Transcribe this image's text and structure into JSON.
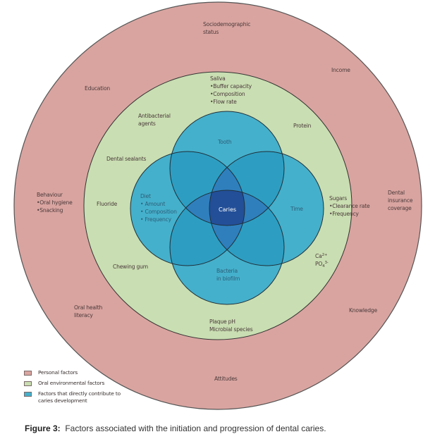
{
  "colors": {
    "personal": "#d9a4a0",
    "oral_environmental": "#c9deb2",
    "direct": "#45b0cb",
    "overlap2": "#2d9ec2",
    "overlap3": "#2f7fbd",
    "center": "#234f98",
    "stroke": "#2a2a2a"
  },
  "outer_ring": {
    "labels": {
      "sociodemographic": [
        "Sociodemographic",
        "status"
      ],
      "income": [
        "Income"
      ],
      "education": [
        "Education"
      ],
      "behaviour": [
        "Behaviour",
        "•Oral hygiene",
        "•Snacking"
      ],
      "dental_insurance": [
        "Dental",
        "insurance",
        "coverage"
      ],
      "oral_health_literacy": [
        "Oral health",
        "literacy"
      ],
      "knowledge": [
        "Knowledge"
      ],
      "attitudes": [
        "Attitudes"
      ]
    }
  },
  "middle_ring": {
    "labels": {
      "saliva": [
        "Saliva",
        "•Buffer capacity",
        "•Composition",
        "•Flow rate"
      ],
      "antibacterial": [
        "Antibacterial",
        "agents"
      ],
      "protein": [
        "Protein"
      ],
      "dental_sealants": [
        "Dental sealants"
      ],
      "fluoride": [
        "Fluoride"
      ],
      "sugars": [
        "Sugars",
        "•Clearance rate",
        "•Frequency"
      ],
      "ions": [
        "Ca",
        "2+",
        "PO",
        "4",
        "3-"
      ],
      "chewing_gum": [
        "Chewing gum"
      ],
      "plaque": [
        "Plaque pH",
        "Microbial species"
      ]
    }
  },
  "venn": {
    "tooth": [
      "Tooth"
    ],
    "diet": [
      "Diet",
      "• Amount",
      "• Composition",
      "• Frequency"
    ],
    "time": [
      "Time"
    ],
    "bacteria": [
      "Bacteria",
      "in biofilm"
    ],
    "center": "Caries"
  },
  "legend": [
    {
      "label": "Personal factors",
      "color": "#d9a4a0"
    },
    {
      "label": "Oral environmental factors",
      "color": "#c9deb2"
    },
    {
      "label": "Factors that directly contribute to caries development",
      "color": "#45b0cb"
    }
  ],
  "caption": {
    "label": "Figure 3:",
    "text": "Factors associated with the initiation and progression of dental caries."
  }
}
